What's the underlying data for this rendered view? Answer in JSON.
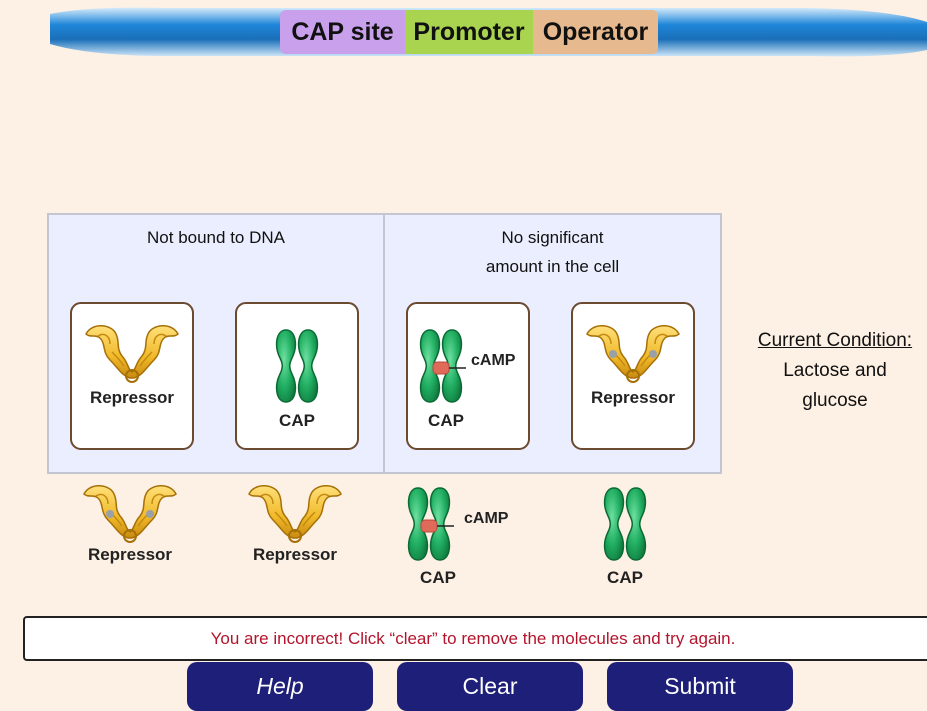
{
  "dna": {
    "segments": [
      {
        "label": "CAP site",
        "color": "#c8a0ec"
      },
      {
        "label": "Promoter",
        "color": "#a9d44f"
      },
      {
        "label": "Operator",
        "color": "#e7b98e"
      }
    ],
    "strand_color": "#1f86d8"
  },
  "panels": [
    {
      "title_lines": [
        "Not bound to DNA"
      ],
      "cards": [
        {
          "molecule": "repressor",
          "label": "Repressor",
          "inducer_bound": false
        },
        {
          "molecule": "cap",
          "label": "CAP",
          "camp_bound": false
        }
      ]
    },
    {
      "title_lines": [
        "No significant",
        "amount in the cell"
      ],
      "cards": [
        {
          "molecule": "cap",
          "label": "CAP",
          "camp_bound": true,
          "camp_label": "cAMP"
        },
        {
          "molecule": "repressor",
          "label": "Repressor",
          "inducer_bound": true
        }
      ]
    }
  ],
  "tray": [
    {
      "molecule": "repressor",
      "label": "Repressor",
      "inducer_bound": true
    },
    {
      "molecule": "repressor",
      "label": "Repressor",
      "inducer_bound": false
    },
    {
      "molecule": "cap",
      "label": "CAP",
      "camp_bound": true,
      "camp_label": "cAMP"
    },
    {
      "molecule": "cap",
      "label": "CAP",
      "camp_bound": false
    }
  ],
  "condition": {
    "title": "Current Condition:",
    "line1": "Lactose and",
    "line2": "glucose"
  },
  "feedback": {
    "message": "You are incorrect! Click “clear” to remove the molecules and try again.",
    "color": "#b3142c"
  },
  "buttons": {
    "help": "Help",
    "clear": "Clear",
    "submit": "Submit",
    "color": "#1d1f78"
  }
}
